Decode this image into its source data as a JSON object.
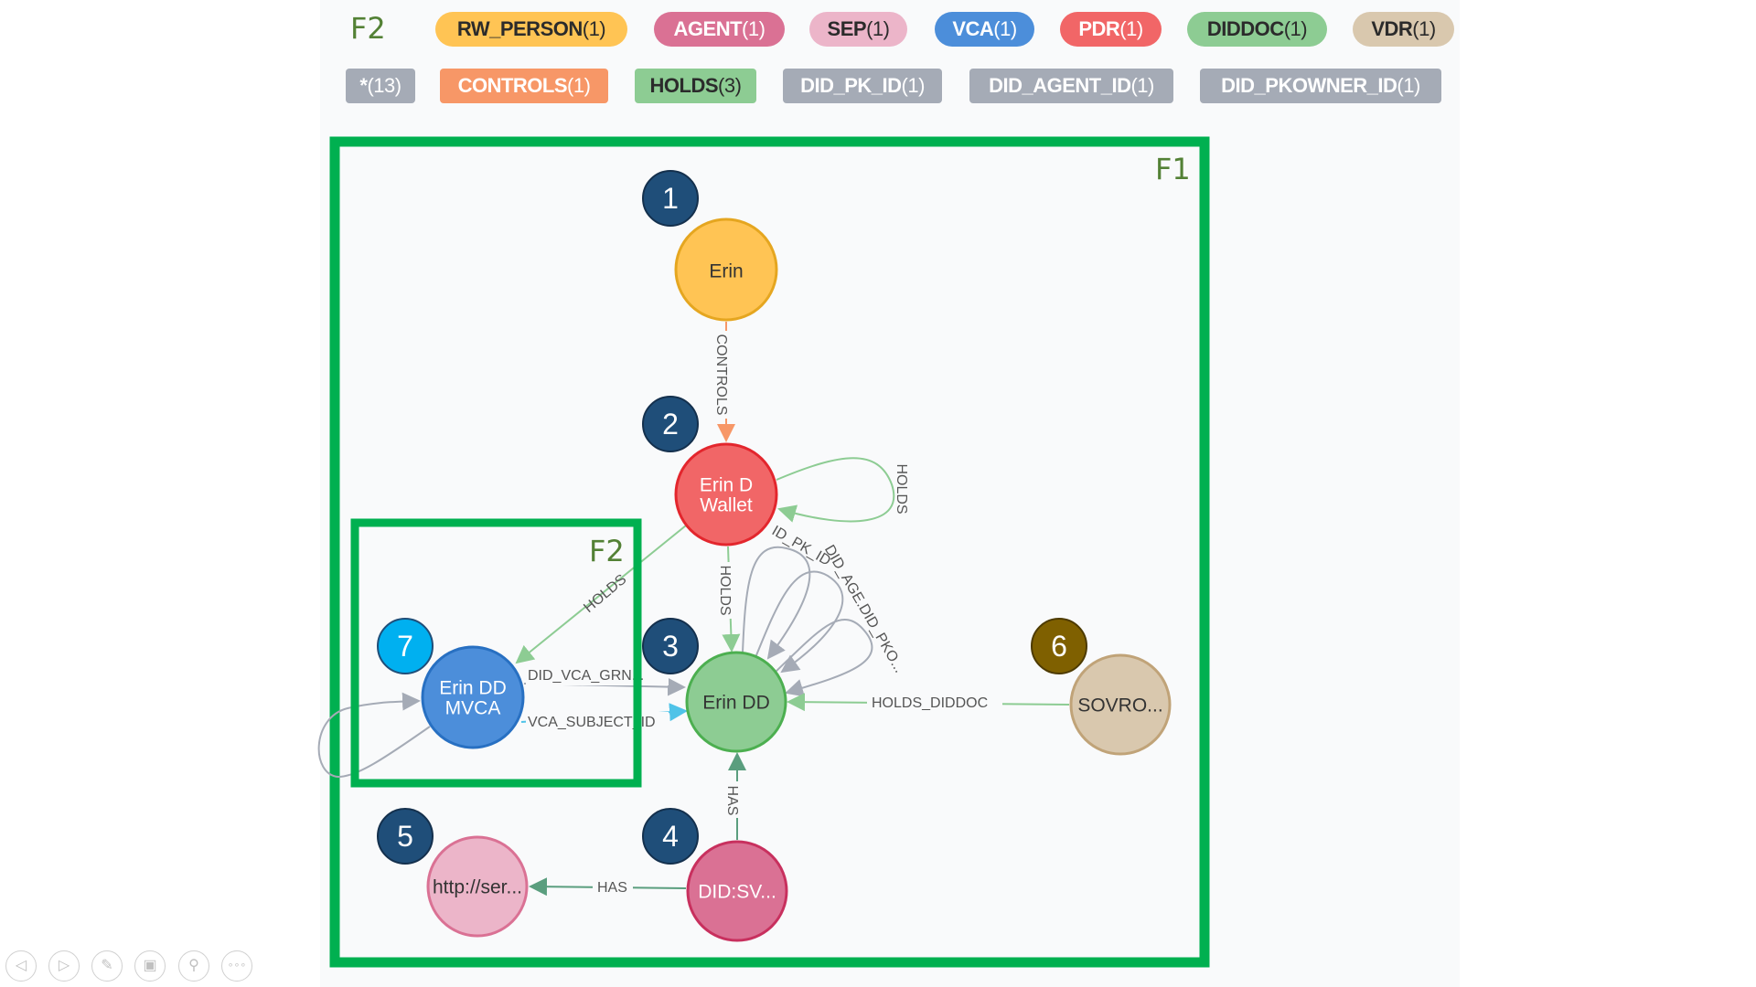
{
  "legend": {
    "frame_label": "F2",
    "node_labels": [
      {
        "name": "RW_PERSON",
        "count": "(1)",
        "color": "#FFC454",
        "text_color": "#2b2b2b"
      },
      {
        "name": "AGENT",
        "count": "(1)",
        "color": "#DA7194",
        "text_color": "#ffffff"
      },
      {
        "name": "SEP",
        "count": "(1)",
        "color": "#ECB5C9",
        "text_color": "#2b2b2b"
      },
      {
        "name": "VCA",
        "count": "(1)",
        "color": "#4C8EDA",
        "text_color": "#ffffff"
      },
      {
        "name": "PDR",
        "count": "(1)",
        "color": "#F16667",
        "text_color": "#ffffff"
      },
      {
        "name": "DIDDOC",
        "count": "(1)",
        "color": "#8DCC93",
        "text_color": "#2b2b2b"
      },
      {
        "name": "VDR",
        "count": "(1)",
        "color": "#D9C8AE",
        "text_color": "#2b2b2b"
      }
    ],
    "relationship_types": [
      {
        "name": "*",
        "count": "(13)",
        "color": "#A5ABB6",
        "text_color": "#ffffff"
      },
      {
        "name": "CONTROLS",
        "count": "(1)",
        "color": "#F79767",
        "text_color": "#ffffff"
      },
      {
        "name": "HOLDS",
        "count": "(3)",
        "color": "#8DCC93",
        "text_color": "#2b2b2b"
      },
      {
        "name": "DID_PK_ID",
        "count": "(1)",
        "color": "#A5ABB6",
        "text_color": "#ffffff"
      },
      {
        "name": "DID_AGENT_ID",
        "count": "(1)",
        "color": "#A5ABB6",
        "text_color": "#ffffff"
      },
      {
        "name": "DID_PKOWNER_ID",
        "count": "(1)",
        "color": "#A5ABB6",
        "text_color": "#ffffff"
      }
    ]
  },
  "frames": {
    "outer": "F1",
    "inner": "F2",
    "frame_color": "#00B050"
  },
  "graph": {
    "nodes": [
      {
        "label": "Erin",
        "badge": "1"
      },
      {
        "label_line1": "Erin D",
        "label_line2": "Wallet",
        "badge": "2"
      },
      {
        "label": "Erin DD",
        "badge": "3"
      },
      {
        "label": "DID:SV...",
        "badge": "4"
      },
      {
        "label": "http://ser...",
        "badge": "5"
      },
      {
        "label": "SOVRO...",
        "badge": "6"
      },
      {
        "label_line1": "Erin DD",
        "label_line2": "MVCA",
        "badge": "7"
      }
    ],
    "badge_colors": {
      "default": "#1F4E79",
      "six": "#7F6000",
      "seven": "#00B0F0"
    },
    "edges": {
      "controls": "CONTROLS",
      "holds_self": "HOLDS",
      "holds_wallet_dd": "HOLDS",
      "holds_wallet_mvca": "HOLDS",
      "did_pk_id": "ID_PK_ID",
      "did_agent": "DID_AGE.DID_PKO...",
      "did_vca_grn": "DID_VCA_GRN...",
      "vca_subject_id": "VCA_SUBJECT_ID",
      "holds_diddoc": "HOLDS_DIDDOC",
      "has_dd": "HAS",
      "has_http": "HAS"
    }
  },
  "controls": [
    {
      "name": "previous",
      "glyph": "◁"
    },
    {
      "name": "next",
      "glyph": "▷"
    },
    {
      "name": "pen",
      "glyph": "✎"
    },
    {
      "name": "slides",
      "glyph": "▣"
    },
    {
      "name": "zoom",
      "glyph": "⚲"
    },
    {
      "name": "more",
      "glyph": "∘∘∘"
    }
  ]
}
